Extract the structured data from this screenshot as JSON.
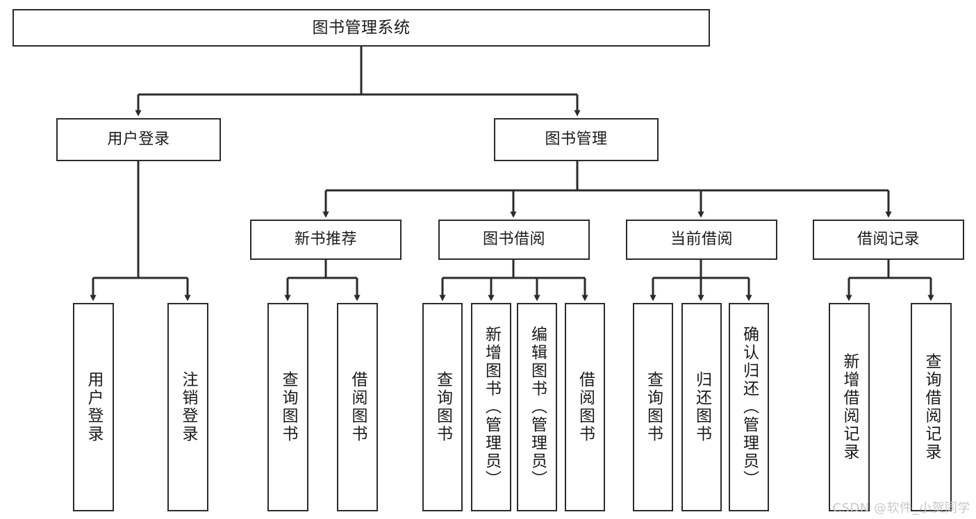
{
  "diagram": {
    "title": "图书管理系统",
    "type": "tree-hierarchy",
    "colors": {
      "box_border": "#2b2b2b",
      "box_fill": "#ffffff",
      "edge": "#2b2b2b",
      "text": "#1a1a1a",
      "watermark": "#c9c9c9",
      "background": "#ffffff"
    }
  },
  "nodes": {
    "root": {
      "label": "图书管理系统"
    },
    "level2": [
      {
        "id": "user-login",
        "label": "用户登录"
      },
      {
        "id": "book-management",
        "label": "图书管理"
      }
    ],
    "level3": [
      {
        "id": "new-book-recommend",
        "label": "新书推荐"
      },
      {
        "id": "book-borrow",
        "label": "图书借阅"
      },
      {
        "id": "current-borrow",
        "label": "当前借阅"
      },
      {
        "id": "borrow-record",
        "label": "借阅记录"
      }
    ],
    "leaves": {
      "user_login": [
        {
          "id": "leaf-user-login",
          "label": "用户登录"
        },
        {
          "id": "leaf-logout-login",
          "label": "注销登录"
        }
      ],
      "new_book_recommend": [
        {
          "id": "leaf-query-book-1",
          "label": "查询图书"
        },
        {
          "id": "leaf-borrow-book-1",
          "label": "借阅图书"
        }
      ],
      "book_borrow": [
        {
          "id": "leaf-query-book-2",
          "label": "查询图书"
        },
        {
          "id": "leaf-add-book",
          "label": "新增图书（管理员）"
        },
        {
          "id": "leaf-edit-book",
          "label": "编辑图书（管理员）"
        },
        {
          "id": "leaf-borrow-book-2",
          "label": "借阅图书"
        }
      ],
      "current_borrow": [
        {
          "id": "leaf-query-book-3",
          "label": "查询图书"
        },
        {
          "id": "leaf-return-book",
          "label": "归还图书"
        },
        {
          "id": "leaf-confirm-return",
          "label": "确认归还（管理员）"
        }
      ],
      "borrow_record": [
        {
          "id": "leaf-add-borrow-record",
          "label": "新增借阅记录"
        },
        {
          "id": "leaf-query-borrow-record",
          "label": "查询借阅记录"
        }
      ]
    }
  },
  "watermark": {
    "text": "CSDN @软件_小贺同学"
  }
}
